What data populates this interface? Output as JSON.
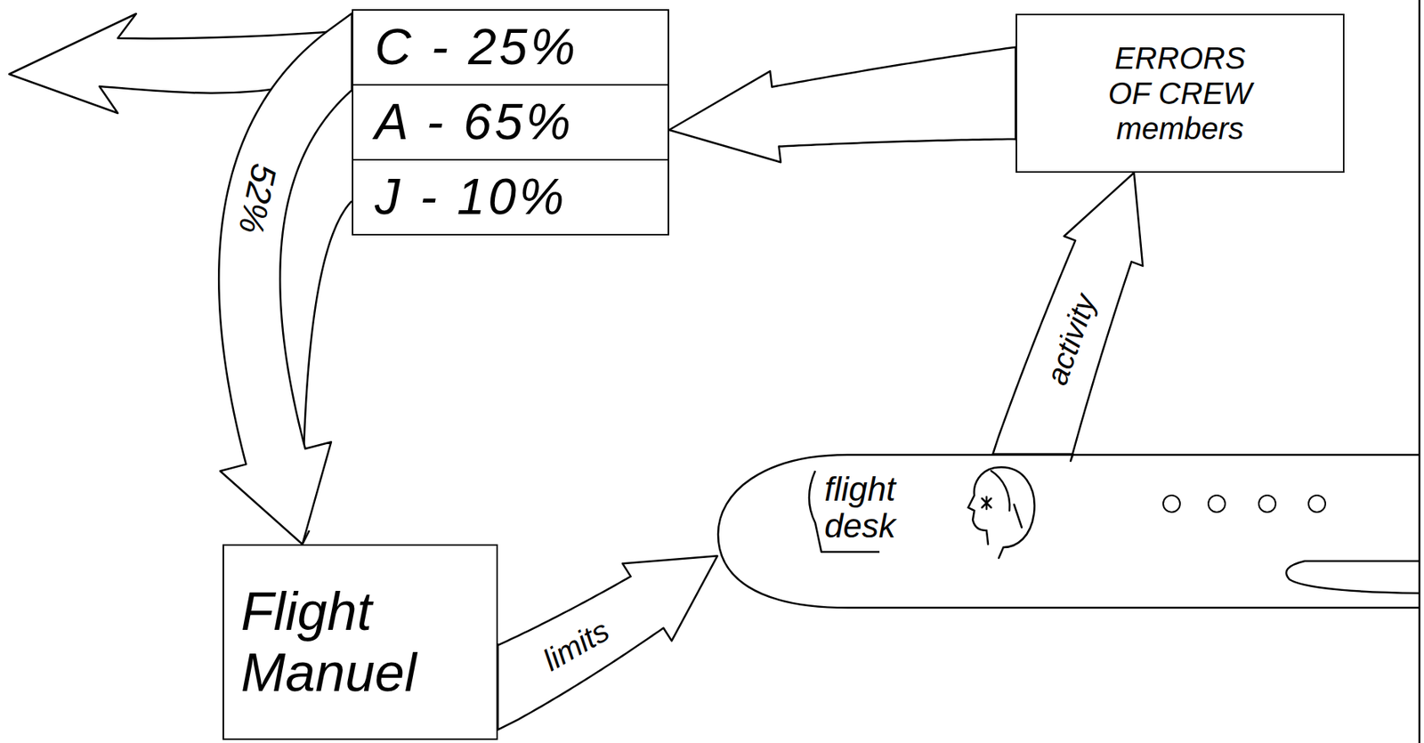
{
  "diagram": {
    "nodes": [
      {
        "text": [
          "C - 25%"
        ]
      },
      {
        "text": [
          "A - 65%"
        ]
      },
      {
        "text": [
          "J - 10%"
        ]
      },
      {
        "text": [
          "ERRORS OF CREW members"
        ]
      },
      {
        "text": [
          "Flight Manuel"
        ]
      },
      {
        "text": [
          "flight desk"
        ]
      }
    ],
    "edges": [
      {
        "from": 3,
        "to": 1,
        "arrow": "to"
      },
      {
        "from": 0,
        "to": 4,
        "label": "52%",
        "arrow": "to"
      },
      {
        "from": 2,
        "to": 4,
        "arrow": "to"
      },
      {
        "from": 4,
        "to": 5,
        "label": "limits",
        "arrow": "to"
      },
      {
        "from": 5,
        "to": 3,
        "label": "activity",
        "arrow": "to"
      }
    ]
  }
}
